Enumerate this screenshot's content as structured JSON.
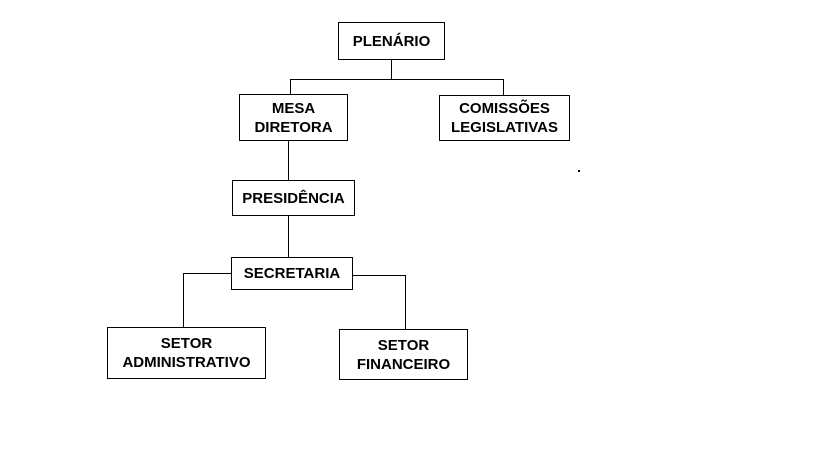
{
  "org_chart": {
    "plenario": "PLENÁRIO",
    "mesa_diretora": "MESA\nDIRETORA",
    "comissoes_legislativas": "COMISSÕES\nLEGISLATIVAS",
    "presidencia": "PRESIDÊNCIA",
    "secretaria": "SECRETARIA",
    "setor_administrativo": "SETOR\nADMINISTRATIVO",
    "setor_financeiro": "SETOR\nFINANCEIRO"
  },
  "colors": {
    "line": "#000000",
    "box_border": "#000000",
    "background": "#ffffff"
  }
}
